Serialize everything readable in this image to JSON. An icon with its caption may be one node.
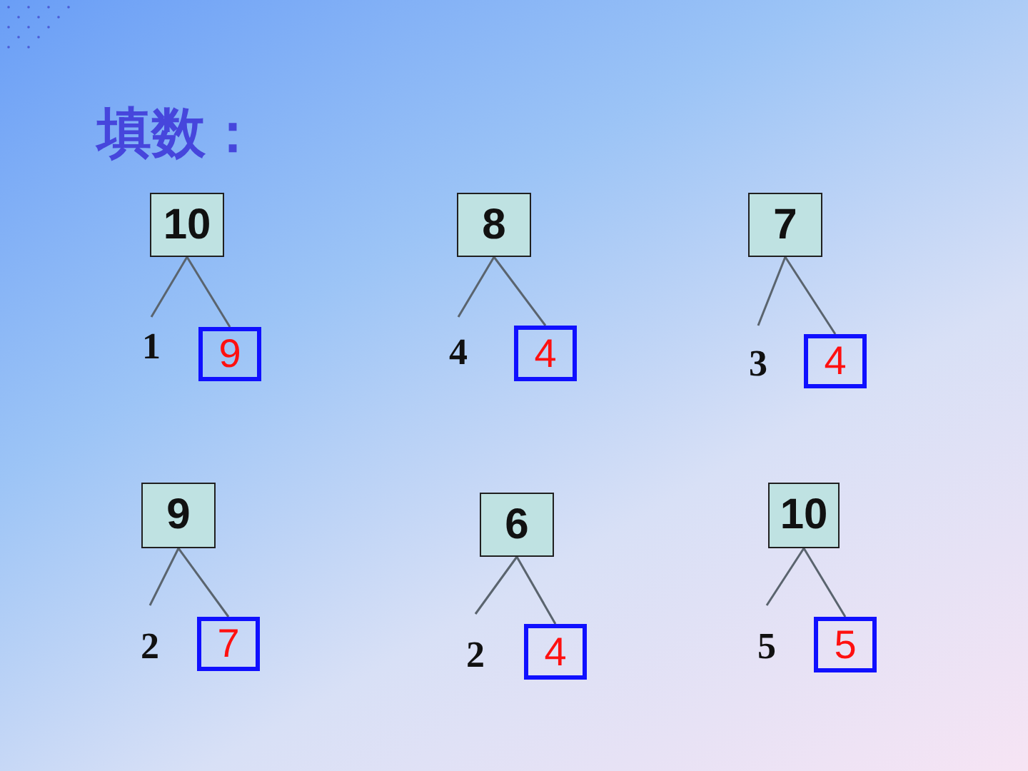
{
  "diagram": {
    "title": "填数：",
    "nodes": [
      {
        "text": [
          "10"
        ]
      },
      {
        "text": [
          "1"
        ]
      },
      {
        "text": [
          "9"
        ]
      },
      {
        "text": [
          "8"
        ]
      },
      {
        "text": [
          "4"
        ]
      },
      {
        "text": [
          "4"
        ]
      },
      {
        "text": [
          "7"
        ]
      },
      {
        "text": [
          "3"
        ]
      },
      {
        "text": [
          "4"
        ]
      },
      {
        "text": [
          "9"
        ]
      },
      {
        "text": [
          "2"
        ]
      },
      {
        "text": [
          "7"
        ]
      },
      {
        "text": [
          "6"
        ]
      },
      {
        "text": [
          "2"
        ]
      },
      {
        "text": [
          "4"
        ]
      },
      {
        "text": [
          "10"
        ]
      },
      {
        "text": [
          "5"
        ]
      },
      {
        "text": [
          "5"
        ]
      }
    ],
    "edges": [
      {
        "from": 0,
        "to": 1,
        "arrow": "none"
      },
      {
        "from": 0,
        "to": 2,
        "arrow": "none"
      },
      {
        "from": 3,
        "to": 4,
        "arrow": "none"
      },
      {
        "from": 3,
        "to": 5,
        "arrow": "none"
      },
      {
        "from": 6,
        "to": 7,
        "arrow": "none"
      },
      {
        "from": 6,
        "to": 8,
        "arrow": "none"
      },
      {
        "from": 9,
        "to": 10,
        "arrow": "none"
      },
      {
        "from": 9,
        "to": 11,
        "arrow": "none"
      },
      {
        "from": 12,
        "to": 13,
        "arrow": "none"
      },
      {
        "from": 12,
        "to": 14,
        "arrow": "none"
      },
      {
        "from": 15,
        "to": 16,
        "arrow": "none"
      },
      {
        "from": 15,
        "to": 17,
        "arrow": "none"
      }
    ]
  }
}
